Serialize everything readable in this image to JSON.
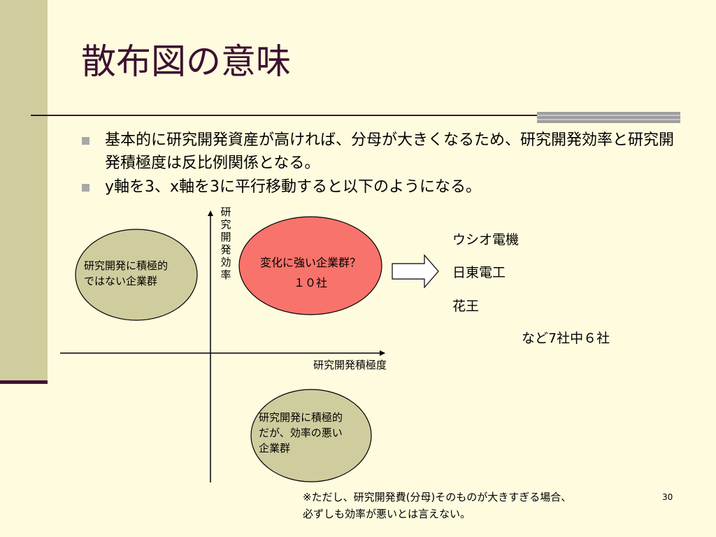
{
  "title": "散布図の意味",
  "bullets": [
    "基本的に研究開発資産が高ければ、分母が大きくなるため、研究開発効率と研究開発積極度は反比例関係となる。",
    "y軸を3、x軸を3に平行移動すると以下のようになる。"
  ],
  "diagram": {
    "y_axis_label": [
      "研",
      "究",
      "開",
      "発",
      "効",
      "率"
    ],
    "x_axis_label": "研究開発積極度",
    "left_group": [
      "研究開発に積極的",
      "ではない企業群"
    ],
    "highlight_group": [
      "変化に強い企業群？",
      "１０社"
    ],
    "bottom_group": [
      "研究開発に積極的",
      "だが、効率の悪い",
      "企業群"
    ],
    "companies": [
      "ウシオ電機",
      "日東電工",
      "花王"
    ],
    "summary": "など7社中６社"
  },
  "footnote": [
    "※ただし、研究開発費(分母)そのものが大きすぎる場合、",
    "必ずしも効率が悪いとは言えない。"
  ],
  "page_number": "30",
  "colors": {
    "background": "#fefbdf",
    "left_bar": "#cfcd9e",
    "accent": "#3d1131",
    "highlight_fill": "#f8736b",
    "neutral_fill": "#cfcd9e"
  }
}
